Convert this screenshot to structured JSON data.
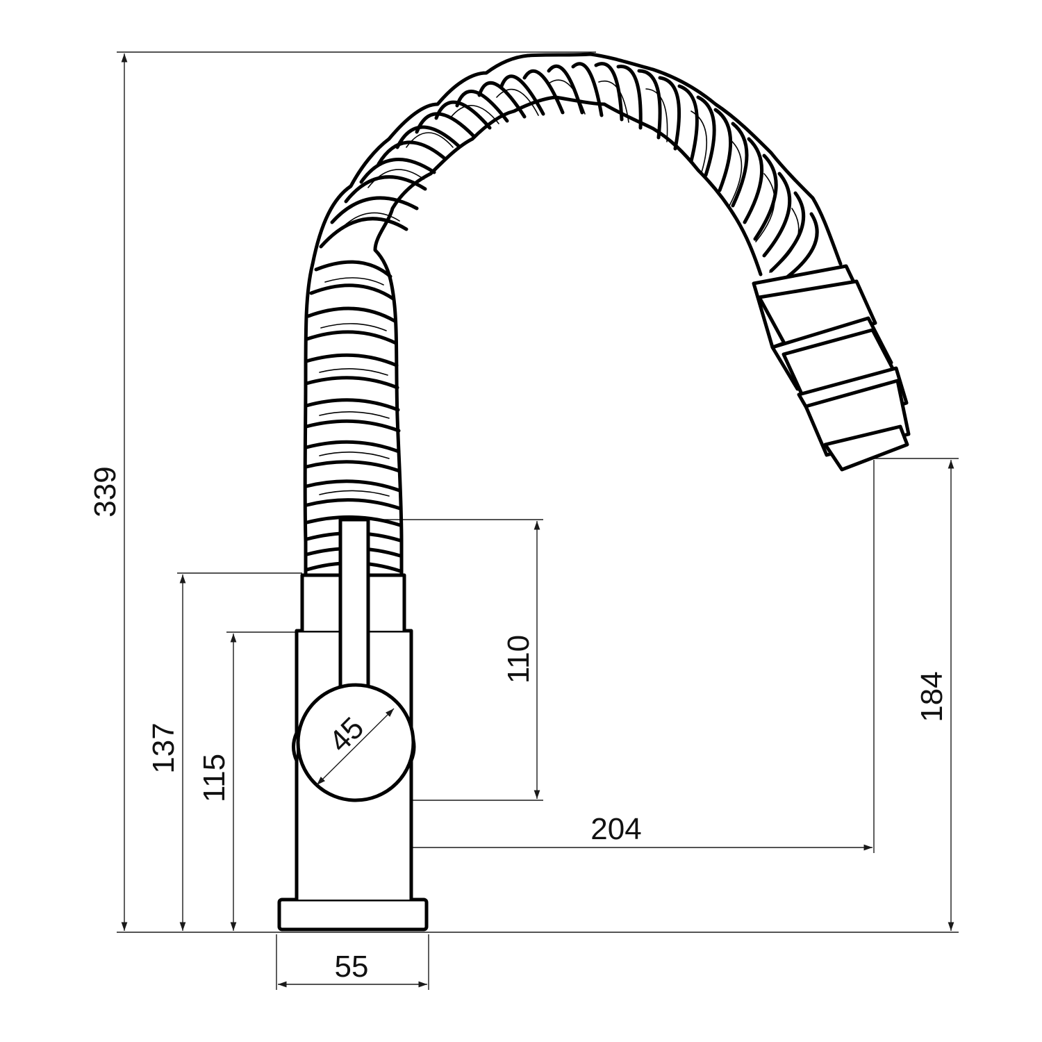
{
  "dimensions": {
    "total_height": "339",
    "handle_diameter": "45",
    "lever_height": "110",
    "body_height_top": "137",
    "body_height": "115",
    "spout_reach": "204",
    "spout_height": "184",
    "base_width": "55"
  }
}
